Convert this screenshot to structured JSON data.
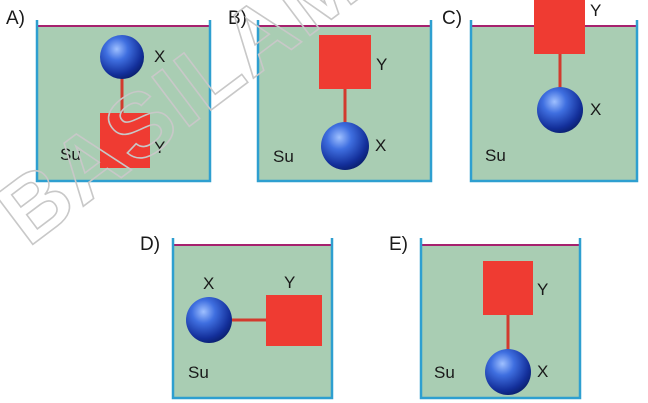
{
  "watermark": "BASILAMA",
  "options": [
    {
      "letter": "A)",
      "liquid": "Su",
      "x_label": "X",
      "y_label": "Y"
    },
    {
      "letter": "B)",
      "liquid": "Su",
      "x_label": "X",
      "y_label": "Y"
    },
    {
      "letter": "C)",
      "liquid": "Su",
      "x_label": "X",
      "y_label": "Y"
    },
    {
      "letter": "D)",
      "liquid": "Su",
      "x_label": "X",
      "y_label": "Y"
    },
    {
      "letter": "E)",
      "liquid": "Su",
      "x_label": "X",
      "y_label": "Y"
    }
  ],
  "colors": {
    "water": "#a9cdb3",
    "container_wall": "#2e9fd0",
    "water_surface": "#a6216e",
    "cube": "#ef3b32",
    "rod": "#d23a2e",
    "sphere_light": "#8fb3ff",
    "sphere_dark": "#0d2a86"
  }
}
